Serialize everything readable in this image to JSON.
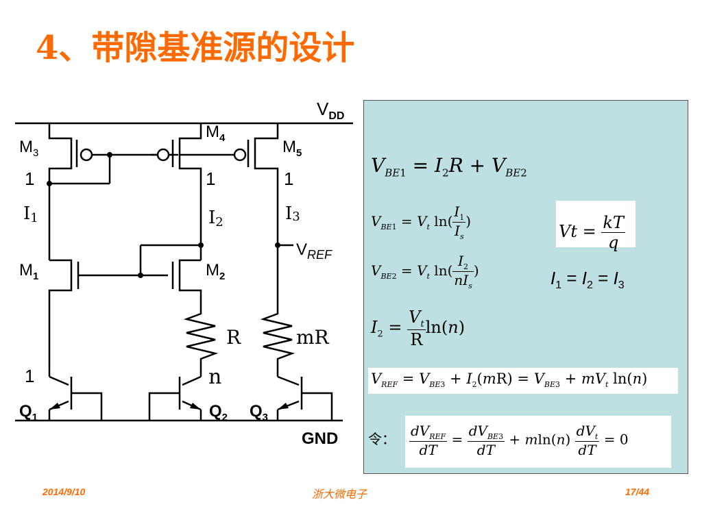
{
  "slide": {
    "title": "4、带隙基准源的设计",
    "footer_date": "2014/9/10",
    "footer_center": "浙大微电子",
    "footer_page": "17/44"
  },
  "circuit": {
    "labels": {
      "vdd": "V",
      "vdd_sub": "DD",
      "m3": "M",
      "m3_sub": "3",
      "m4": "M",
      "m4_sub": "4",
      "m5": "M",
      "m5_sub": "5",
      "one_a": "1",
      "one_b": "1",
      "one_c": "1",
      "i1": "I",
      "i1_sub": "1",
      "i2": "I",
      "i2_sub": "2",
      "i3": "I",
      "i3_sub": "3",
      "vref": "V",
      "vref_sub": "REF",
      "m1": "M",
      "m1_sub": "1",
      "m2": "M",
      "m2_sub": "2",
      "r": "R",
      "mr": "mR",
      "n": "n",
      "one_q1": "1",
      "q1": "Q",
      "q1_sub": "1",
      "q2": "Q",
      "q2_sub": "2",
      "q3": "Q",
      "q3_sub": "3",
      "gnd": "GND"
    }
  },
  "equations": {
    "eq1": "V_BE1 = I_2 R + V_BE2",
    "eq2": "V_BE1 = V_t ln(I_1 / I_s)",
    "eq3": "V_BE2 = V_t ln(I_2 / nI_s)",
    "eq4": "I_2 = V_t / R ln(n)",
    "eq5": "V_REF = V_BE3 + I_2(mR) = V_BE3 + mV_t ln(n)",
    "eq6_prefix": "令：",
    "eq6": "dV_REF/dT = dV_BE3/dT + m ln(n) dV_t/dT = 0",
    "vt_def": "Vt = kT/q",
    "currents_equal": "I1 = I2 = I3"
  },
  "colors": {
    "title": "#ff6a00",
    "panel_bg": "#bee0e3",
    "footer": "#ff6a00"
  }
}
